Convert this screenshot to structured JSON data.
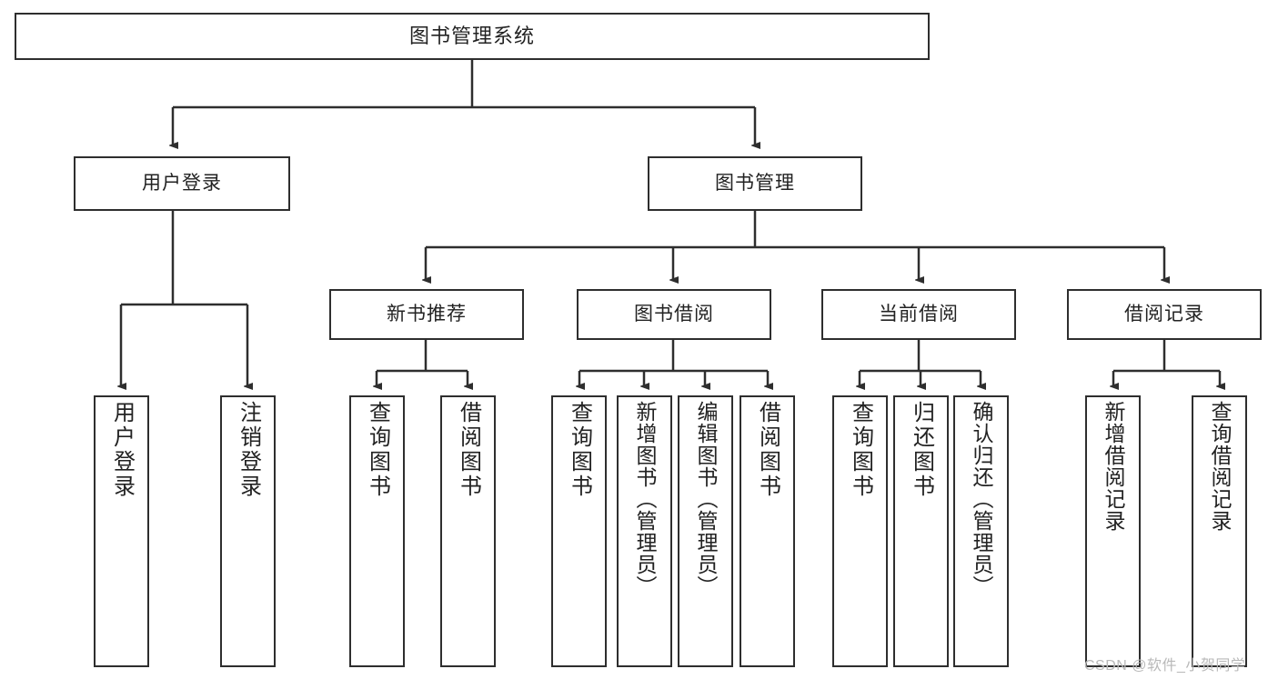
{
  "diagram": {
    "type": "tree",
    "title": "图书管理系统",
    "root": {
      "label": "图书管理系统"
    },
    "level2": [
      {
        "label": "用户登录"
      },
      {
        "label": "图书管理"
      }
    ],
    "level3": [
      {
        "label": "新书推荐"
      },
      {
        "label": "图书借阅"
      },
      {
        "label": "当前借阅"
      },
      {
        "label": "借阅记录"
      }
    ],
    "leaves": {
      "user_login": [
        {
          "label": "用户登录"
        },
        {
          "label": "注销登录"
        }
      ],
      "new_book_recommend": [
        {
          "label": "查询图书"
        },
        {
          "label": "借阅图书"
        }
      ],
      "book_borrow": [
        {
          "label": "查询图书"
        },
        {
          "label": "新增图书（管理员）"
        },
        {
          "label": "编辑图书（管理员）"
        },
        {
          "label": "借阅图书"
        }
      ],
      "current_borrow": [
        {
          "label": "查询图书"
        },
        {
          "label": "归还图书"
        },
        {
          "label": "确认归还（管理员）"
        }
      ],
      "borrow_record": [
        {
          "label": "新增借阅记录"
        },
        {
          "label": "查询借阅记录"
        }
      ]
    }
  },
  "watermark": {
    "text": "CSDN @软件_小贺同学"
  },
  "colors": {
    "stroke": "#2e2e2e",
    "background": "#ffffff",
    "text": "#222222",
    "watermark": "#b9b9b9"
  }
}
